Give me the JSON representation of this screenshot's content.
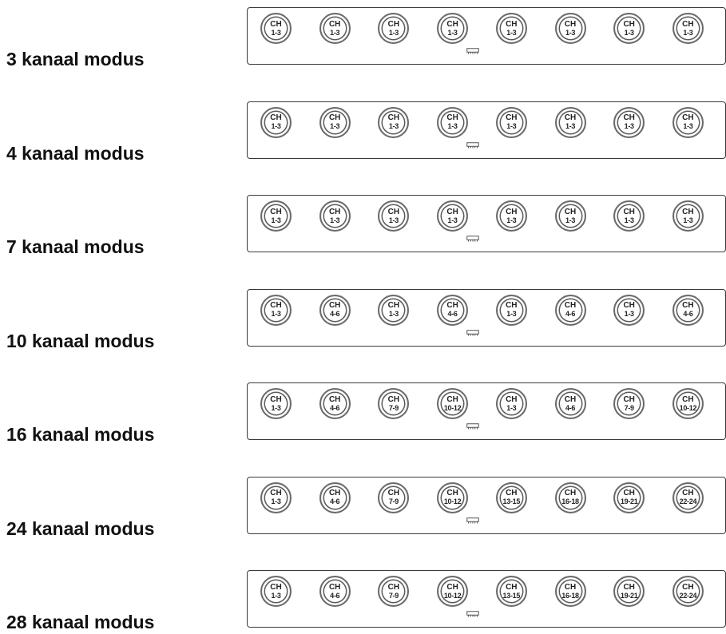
{
  "led_prefix": "CH",
  "modes": [
    {
      "label": "3 kanaal modus",
      "channels": [
        "1-3",
        "1-3",
        "1-3",
        "1-3",
        "1-3",
        "1-3",
        "1-3",
        "1-3"
      ]
    },
    {
      "label": "4 kanaal modus",
      "channels": [
        "1-3",
        "1-3",
        "1-3",
        "1-3",
        "1-3",
        "1-3",
        "1-3",
        "1-3"
      ]
    },
    {
      "label": "7 kanaal modus",
      "channels": [
        "1-3",
        "1-3",
        "1-3",
        "1-3",
        "1-3",
        "1-3",
        "1-3",
        "1-3"
      ]
    },
    {
      "label": "10 kanaal modus",
      "channels": [
        "1-3",
        "4-6",
        "1-3",
        "4-6",
        "1-3",
        "4-6",
        "1-3",
        "4-6"
      ]
    },
    {
      "label": "16 kanaal modus",
      "channels": [
        "1-3",
        "4-6",
        "7-9",
        "10-12",
        "1-3",
        "4-6",
        "7-9",
        "10-12"
      ]
    },
    {
      "label": "24 kanaal modus",
      "channels": [
        "1-3",
        "4-6",
        "7-9",
        "10-12",
        "13-15",
        "16-18",
        "19-21",
        "22-24"
      ]
    },
    {
      "label": "28 kanaal modus",
      "channels": [
        "1-3",
        "4-6",
        "7-9",
        "10-12",
        "13-15",
        "16-18",
        "19-21",
        "22-24"
      ]
    }
  ]
}
